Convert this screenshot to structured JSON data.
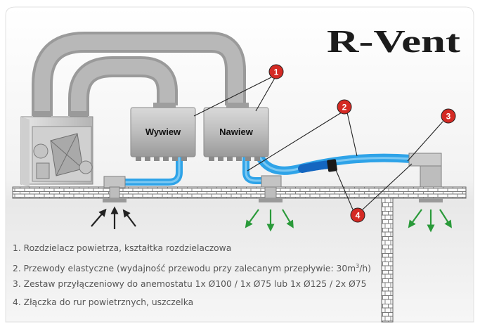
{
  "brand": {
    "logo_text": "R-Vent"
  },
  "boxes": {
    "exhaust_label": "Wywiew",
    "supply_label": "Nawiew"
  },
  "markers": [
    {
      "number": "1"
    },
    {
      "number": "2"
    },
    {
      "number": "3"
    },
    {
      "number": "4"
    }
  ],
  "legend": {
    "item1": "1. Rozdzielacz powietrza, kształtka rozdzielaczowa",
    "item2_pre": "2. Przewody elastyczne (wydajność przewodu przy zalecanym przepływie: 30m",
    "item2_sup": "3",
    "item2_post": "/h)",
    "item3": "3. Zestaw przyłączeniowy do anemostatu 1x Ø100 / 1x Ø75 lub 1x Ø125 / 2x Ø75",
    "item4": "4. Złączka do rur powietrznych, uszczelka"
  },
  "colors": {
    "duct_blue": "#2ea3e8",
    "arrow_green": "#2a9a3a",
    "marker_red": "#d42a24",
    "insulated_duct_gray": "#a6a6a6",
    "distributor_gray": "#b9b9b9"
  }
}
